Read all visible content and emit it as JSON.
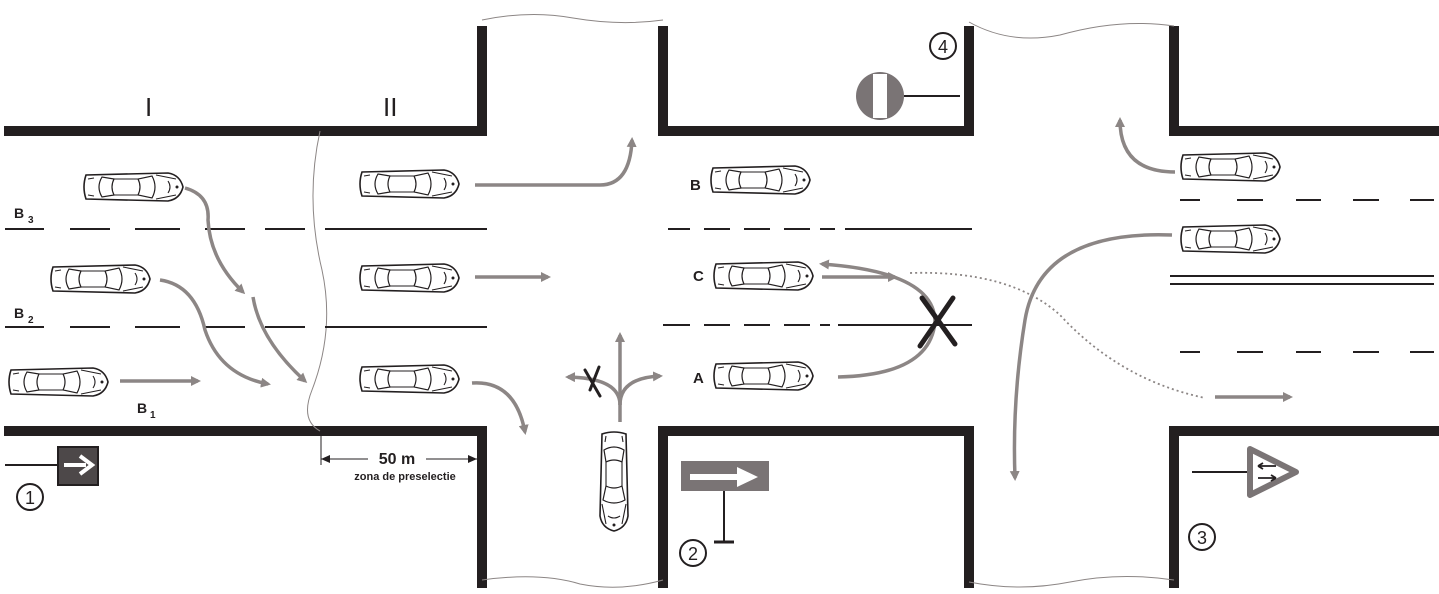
{
  "labels": {
    "road_I": "I",
    "road_II": "II",
    "lane_B3_main": "B",
    "lane_B3_sub": "3",
    "lane_B2_main": "B",
    "lane_B2_sub": "2",
    "lane_B1_main": "B",
    "lane_B1_sub": "1",
    "car_B": "B",
    "car_C": "C",
    "car_A": "A",
    "distance": "50 m",
    "zone": "zona de preselectie",
    "marker_1": "1",
    "marker_2": "2",
    "marker_3": "3",
    "marker_4": "4"
  },
  "colors": {
    "road_line": "#231f20",
    "arrow": "#8c8685",
    "sign_dark": "#4d4849",
    "sign_gray": "#7a7475"
  },
  "icons": {
    "sign_1": "lane-direction-sign-icon",
    "sign_2": "direction-arrow-sign-icon",
    "sign_3": "two-way-traffic-sign-icon",
    "sign_4": "end-of-restriction-sign-icon"
  }
}
